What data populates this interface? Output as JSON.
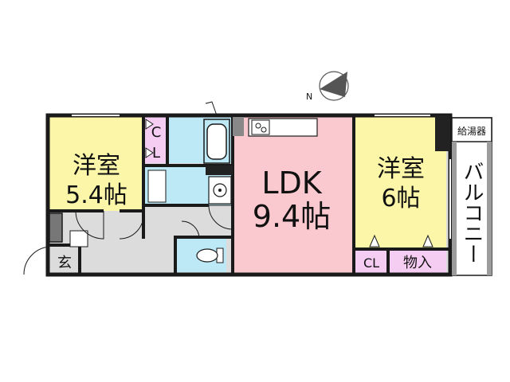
{
  "compass": {
    "label": "N"
  },
  "rooms": {
    "western_left": {
      "name": "洋室",
      "size": "5.4帖"
    },
    "ldk": {
      "name": "LDK",
      "size": "9.4帖"
    },
    "western_right": {
      "name": "洋室",
      "size": "6帖"
    },
    "closet_left": {
      "line1": "C",
      "line2": "L"
    },
    "closet_right": {
      "label": "CL"
    },
    "storage": {
      "label": "物入"
    },
    "entrance": {
      "label": "玄"
    },
    "water_heater": {
      "label": "給湯器"
    },
    "balcony": {
      "label": "バルコニー"
    }
  },
  "colors": {
    "western_room": "#fbf6a8",
    "ldk": "#f9c9cf",
    "wet_area": "#bde9f6",
    "closet": "#f6cdf2",
    "corridor": "#dcdcdc",
    "wall": "#1a1a1a",
    "balcony_stripe": "#9c9c9c"
  }
}
